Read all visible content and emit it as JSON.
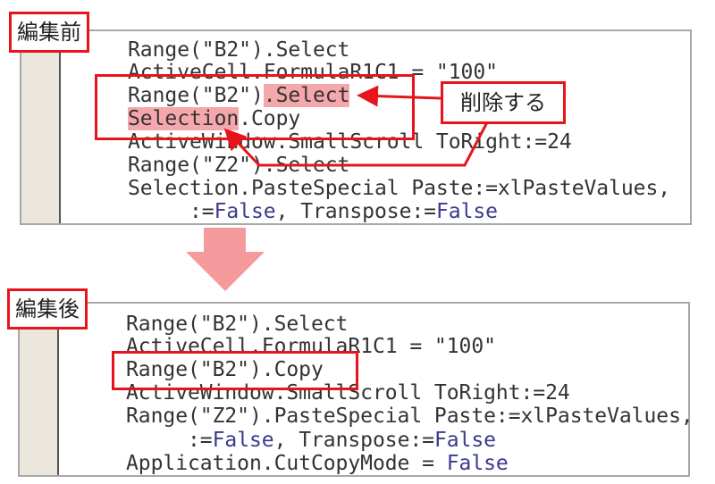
{
  "before": {
    "label": "編集前",
    "lines": [
      {
        "text": "Range(\"B2\").Select"
      },
      {
        "text": "ActiveCell.FormulaR1C1 = \"100\""
      },
      {
        "pre": "Range(\"B2\")",
        "hl": ".Select"
      },
      {
        "hl": "Selection",
        "post": ".Copy"
      },
      {
        "text": "ActiveWindow.SmallScroll ToRight:=24"
      },
      {
        "text": "Range(\"Z2\").Select"
      },
      {
        "text": "Selection.PasteSpecial Paste:=xlPasteValues,"
      },
      {
        "pre": "     :=",
        "kw1": "False",
        "mid": ", Transpose:=",
        "kw2": "False"
      }
    ],
    "callout": "削除する"
  },
  "after": {
    "label": "編集後",
    "lines": [
      {
        "text": "Range(\"B2\").Select"
      },
      {
        "text": "ActiveCell.FormulaR1C1 = \"100\""
      },
      {
        "text": "Range(\"B2\").Copy"
      },
      {
        "text": "ActiveWindow.SmallScroll ToRight:=24"
      },
      {
        "text": "Range(\"Z2\").PasteSpecial Paste:=xlPasteValues,"
      },
      {
        "pre": "     :=",
        "kw1": "False",
        "mid": ", Transpose:=",
        "kw2": "False"
      },
      {
        "pre": "Application.CutCopyMode = ",
        "kw1": "False"
      }
    ]
  },
  "colors": {
    "red": "#e8141b",
    "highlight": "#f5a8ac",
    "keyword": "#3a3a8c",
    "arrow": "#f59a9c"
  }
}
